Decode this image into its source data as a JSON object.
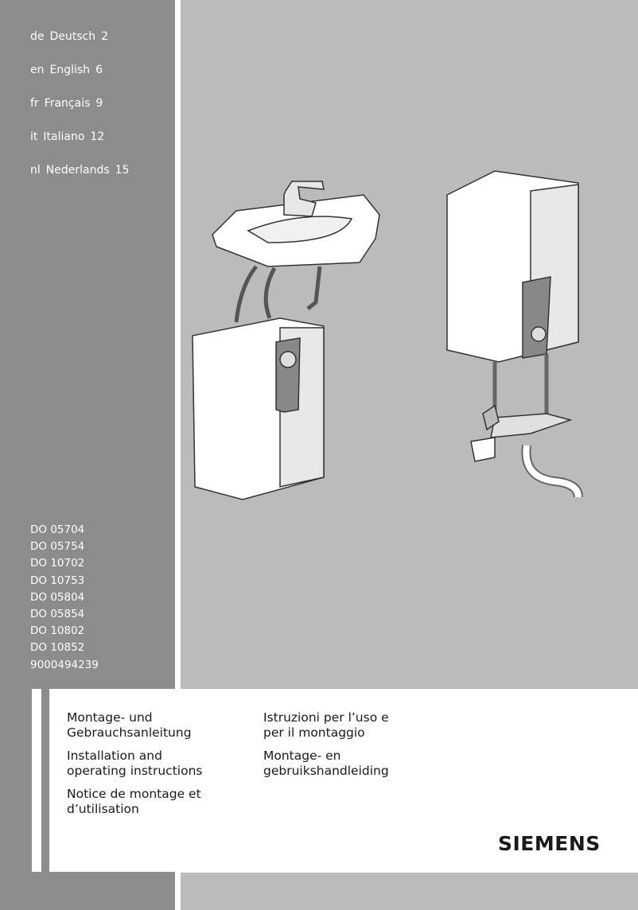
{
  "languages": [
    {
      "code": "de",
      "name": "Deutsch",
      "page": "2"
    },
    {
      "code": "en",
      "name": "English",
      "page": "6"
    },
    {
      "code": "fr",
      "name": "Français",
      "page": "9"
    },
    {
      "code": "it",
      "name": "Italiano",
      "page": "12"
    },
    {
      "code": "nl",
      "name": "Nederlands",
      "page": "15"
    }
  ],
  "models": [
    "DO 05704",
    "DO 05754",
    "DO 10702",
    "DO 10753",
    "DO 05804",
    "DO 05854",
    "DO 10802",
    "DO 10852",
    "9000494239"
  ],
  "titles_left": [
    "Montage- und\nGebrauchsanleitung",
    "Installation and\noperating instructions",
    "Notice de montage et\nd’utilisation"
  ],
  "titles_right": [
    "Istruzioni per l’uso e\nper il montaggio",
    "Montage- en\ngebruikshandleiding"
  ],
  "brand": "SIEMENS"
}
